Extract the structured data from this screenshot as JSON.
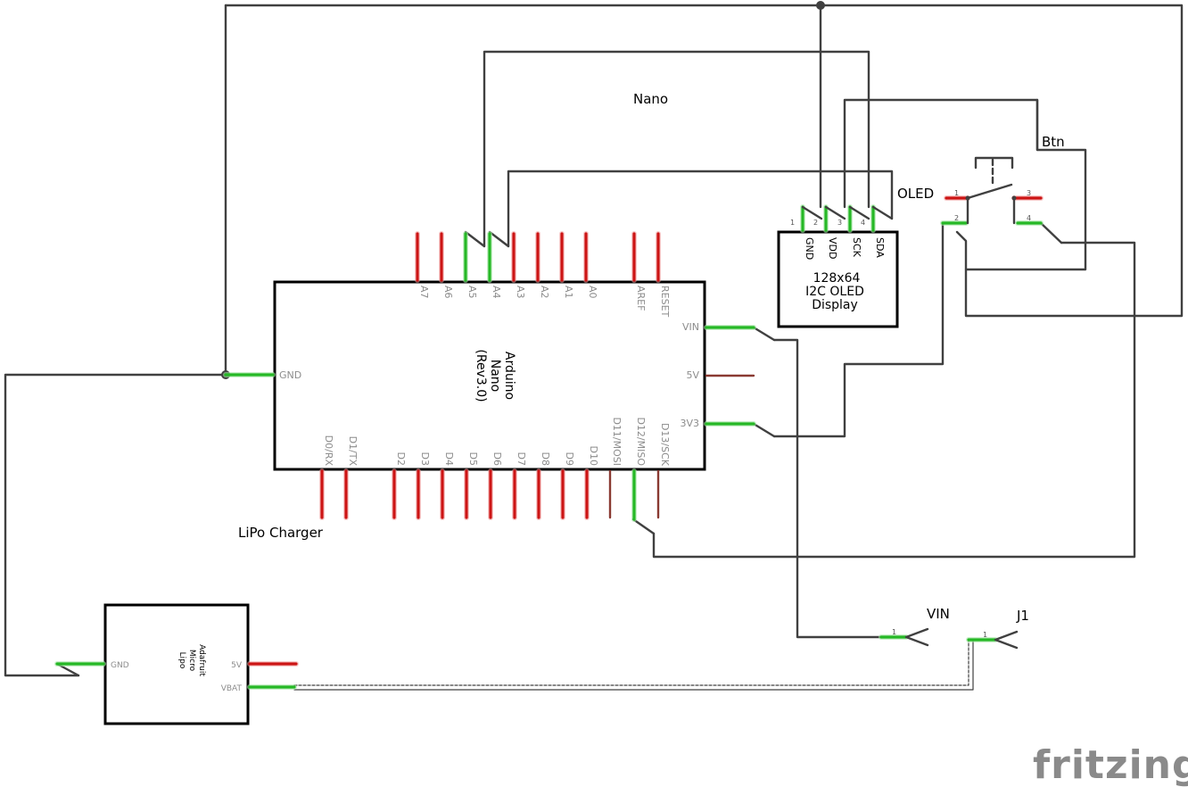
{
  "labels": {
    "nano": "Nano",
    "oled": "OLED",
    "btn": "Btn",
    "lipo_charger": "LiPo Charger",
    "vin": "VIN",
    "j1": "J1",
    "brand": "fritzing"
  },
  "arduino": {
    "line1": "Arduino",
    "line2": "Nano",
    "line3": "(Rev3.0)",
    "top_pins": [
      "A7",
      "A6",
      "A5",
      "A4",
      "A3",
      "A2",
      "A1",
      "A0",
      "AREF",
      "RESET"
    ],
    "bottom_pins": [
      "D0/RX",
      "D1/TX",
      "D2",
      "D3",
      "D4",
      "D5",
      "D6",
      "D7",
      "D8",
      "D9",
      "D10",
      "D11/MOSI",
      "D12/MISO",
      "D13/SCK"
    ],
    "left_pins": [
      "GND"
    ],
    "right_pins": [
      "VIN",
      "5V",
      "3V3"
    ]
  },
  "oled_display": {
    "line1": "128x64",
    "line2": "I2C OLED",
    "line3": "Display",
    "pins": [
      "GND",
      "VDD",
      "SCK",
      "SDA"
    ],
    "pin_numbers": [
      "1",
      "2",
      "3",
      "4"
    ]
  },
  "button": {
    "pin_numbers": [
      "1",
      "2",
      "3",
      "4"
    ]
  },
  "lipo": {
    "line1": "Adafruit",
    "line2": "Micro",
    "line3": "Lipo",
    "pins_left": [
      "GND"
    ],
    "pins_right": [
      "5V",
      "VBAT"
    ]
  },
  "connectors": {
    "vin_pin": "1",
    "j1_pin": "1"
  },
  "colors": {
    "wire": "#404040",
    "pin_unconnected": "#cc1414",
    "pin_connected": "#25b825",
    "part_outline": "#000000",
    "pin_label": "#8c8c8c"
  }
}
